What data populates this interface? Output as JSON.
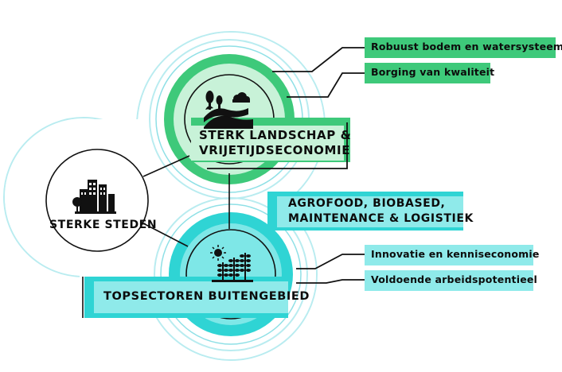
{
  "colors": {
    "green": "#3ec97a",
    "green_light": "#c8f2d8",
    "cyan": "#2fd4d4",
    "cyan_light": "#8feaea",
    "ring_light": "#b9ecf0",
    "dark": "#111111"
  },
  "nodes": {
    "landscape": {
      "line1": "STERK LANDSCHAP &",
      "line2": "VRIJETIJDSECONOMIE",
      "icon": "landscape-icon"
    },
    "cities": {
      "label": "STERKE STEDEN",
      "icon": "city-icon"
    },
    "topsectors": {
      "label": "TOPSECTOREN BUITENGEBIED",
      "icon": "crops-sun-icon"
    }
  },
  "sectors_box": {
    "line1": "AGROFOOD, BIOBASED,",
    "line2": "MAINTENANCE & LOGISTIEK"
  },
  "tags": {
    "landscape": [
      "Robuust bodem en watersysteem",
      "Borging van kwaliteit"
    ],
    "topsectors": [
      "Innovatie en kenniseconomie",
      "Voldoende arbeidspotentieel"
    ]
  }
}
